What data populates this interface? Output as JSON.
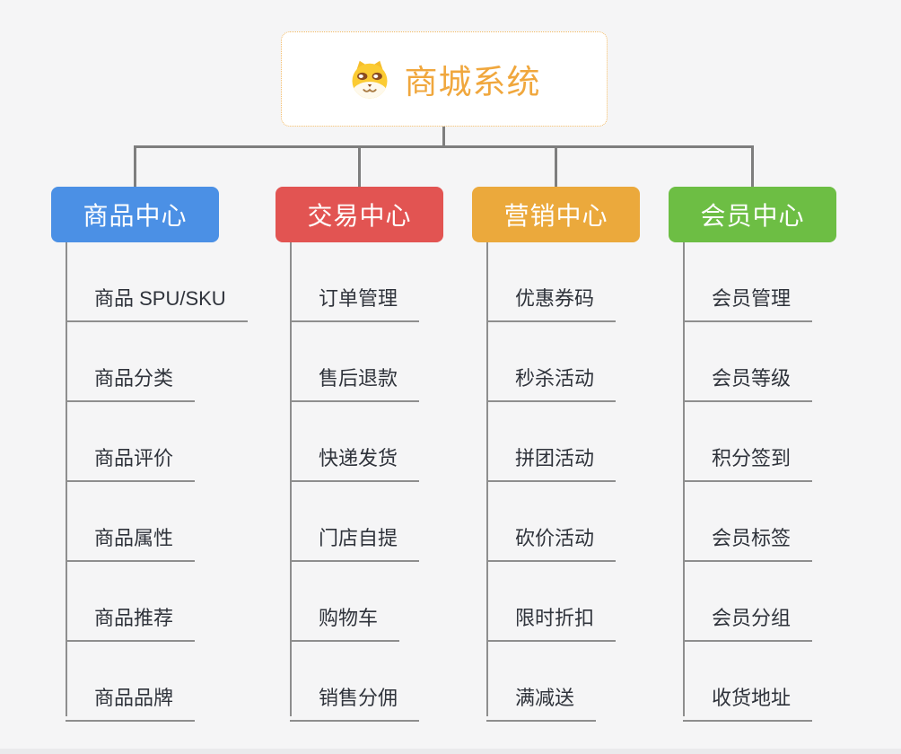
{
  "root": {
    "title": "商城系统",
    "icon": "dog-face-icon"
  },
  "branches": [
    {
      "label": "商品中心",
      "color": "#4B90E5",
      "children": [
        "商品 SPU/SKU",
        "商品分类",
        "商品评价",
        "商品属性",
        "商品推荐",
        "商品品牌"
      ]
    },
    {
      "label": "交易中心",
      "color": "#E25452",
      "children": [
        "订单管理",
        "售后退款",
        "快递发货",
        "门店自提",
        "购物车",
        "销售分佣"
      ]
    },
    {
      "label": "营销中心",
      "color": "#EBA93C",
      "children": [
        "优惠券码",
        "秒杀活动",
        "拼团活动",
        "砍价活动",
        "限时折扣",
        "满减送"
      ]
    },
    {
      "label": "会员中心",
      "color": "#6DBE44",
      "children": [
        "会员管理",
        "会员等级",
        "积分签到",
        "会员标签",
        "会员分组",
        "收货地址"
      ]
    }
  ],
  "colors": {
    "background": "#F5F5F6",
    "root_accent": "#F0A73D",
    "root_border": "#F2BA64",
    "connector": "#7E7E7E",
    "child_line": "#8E8E8E",
    "child_text": "#2F333B"
  }
}
